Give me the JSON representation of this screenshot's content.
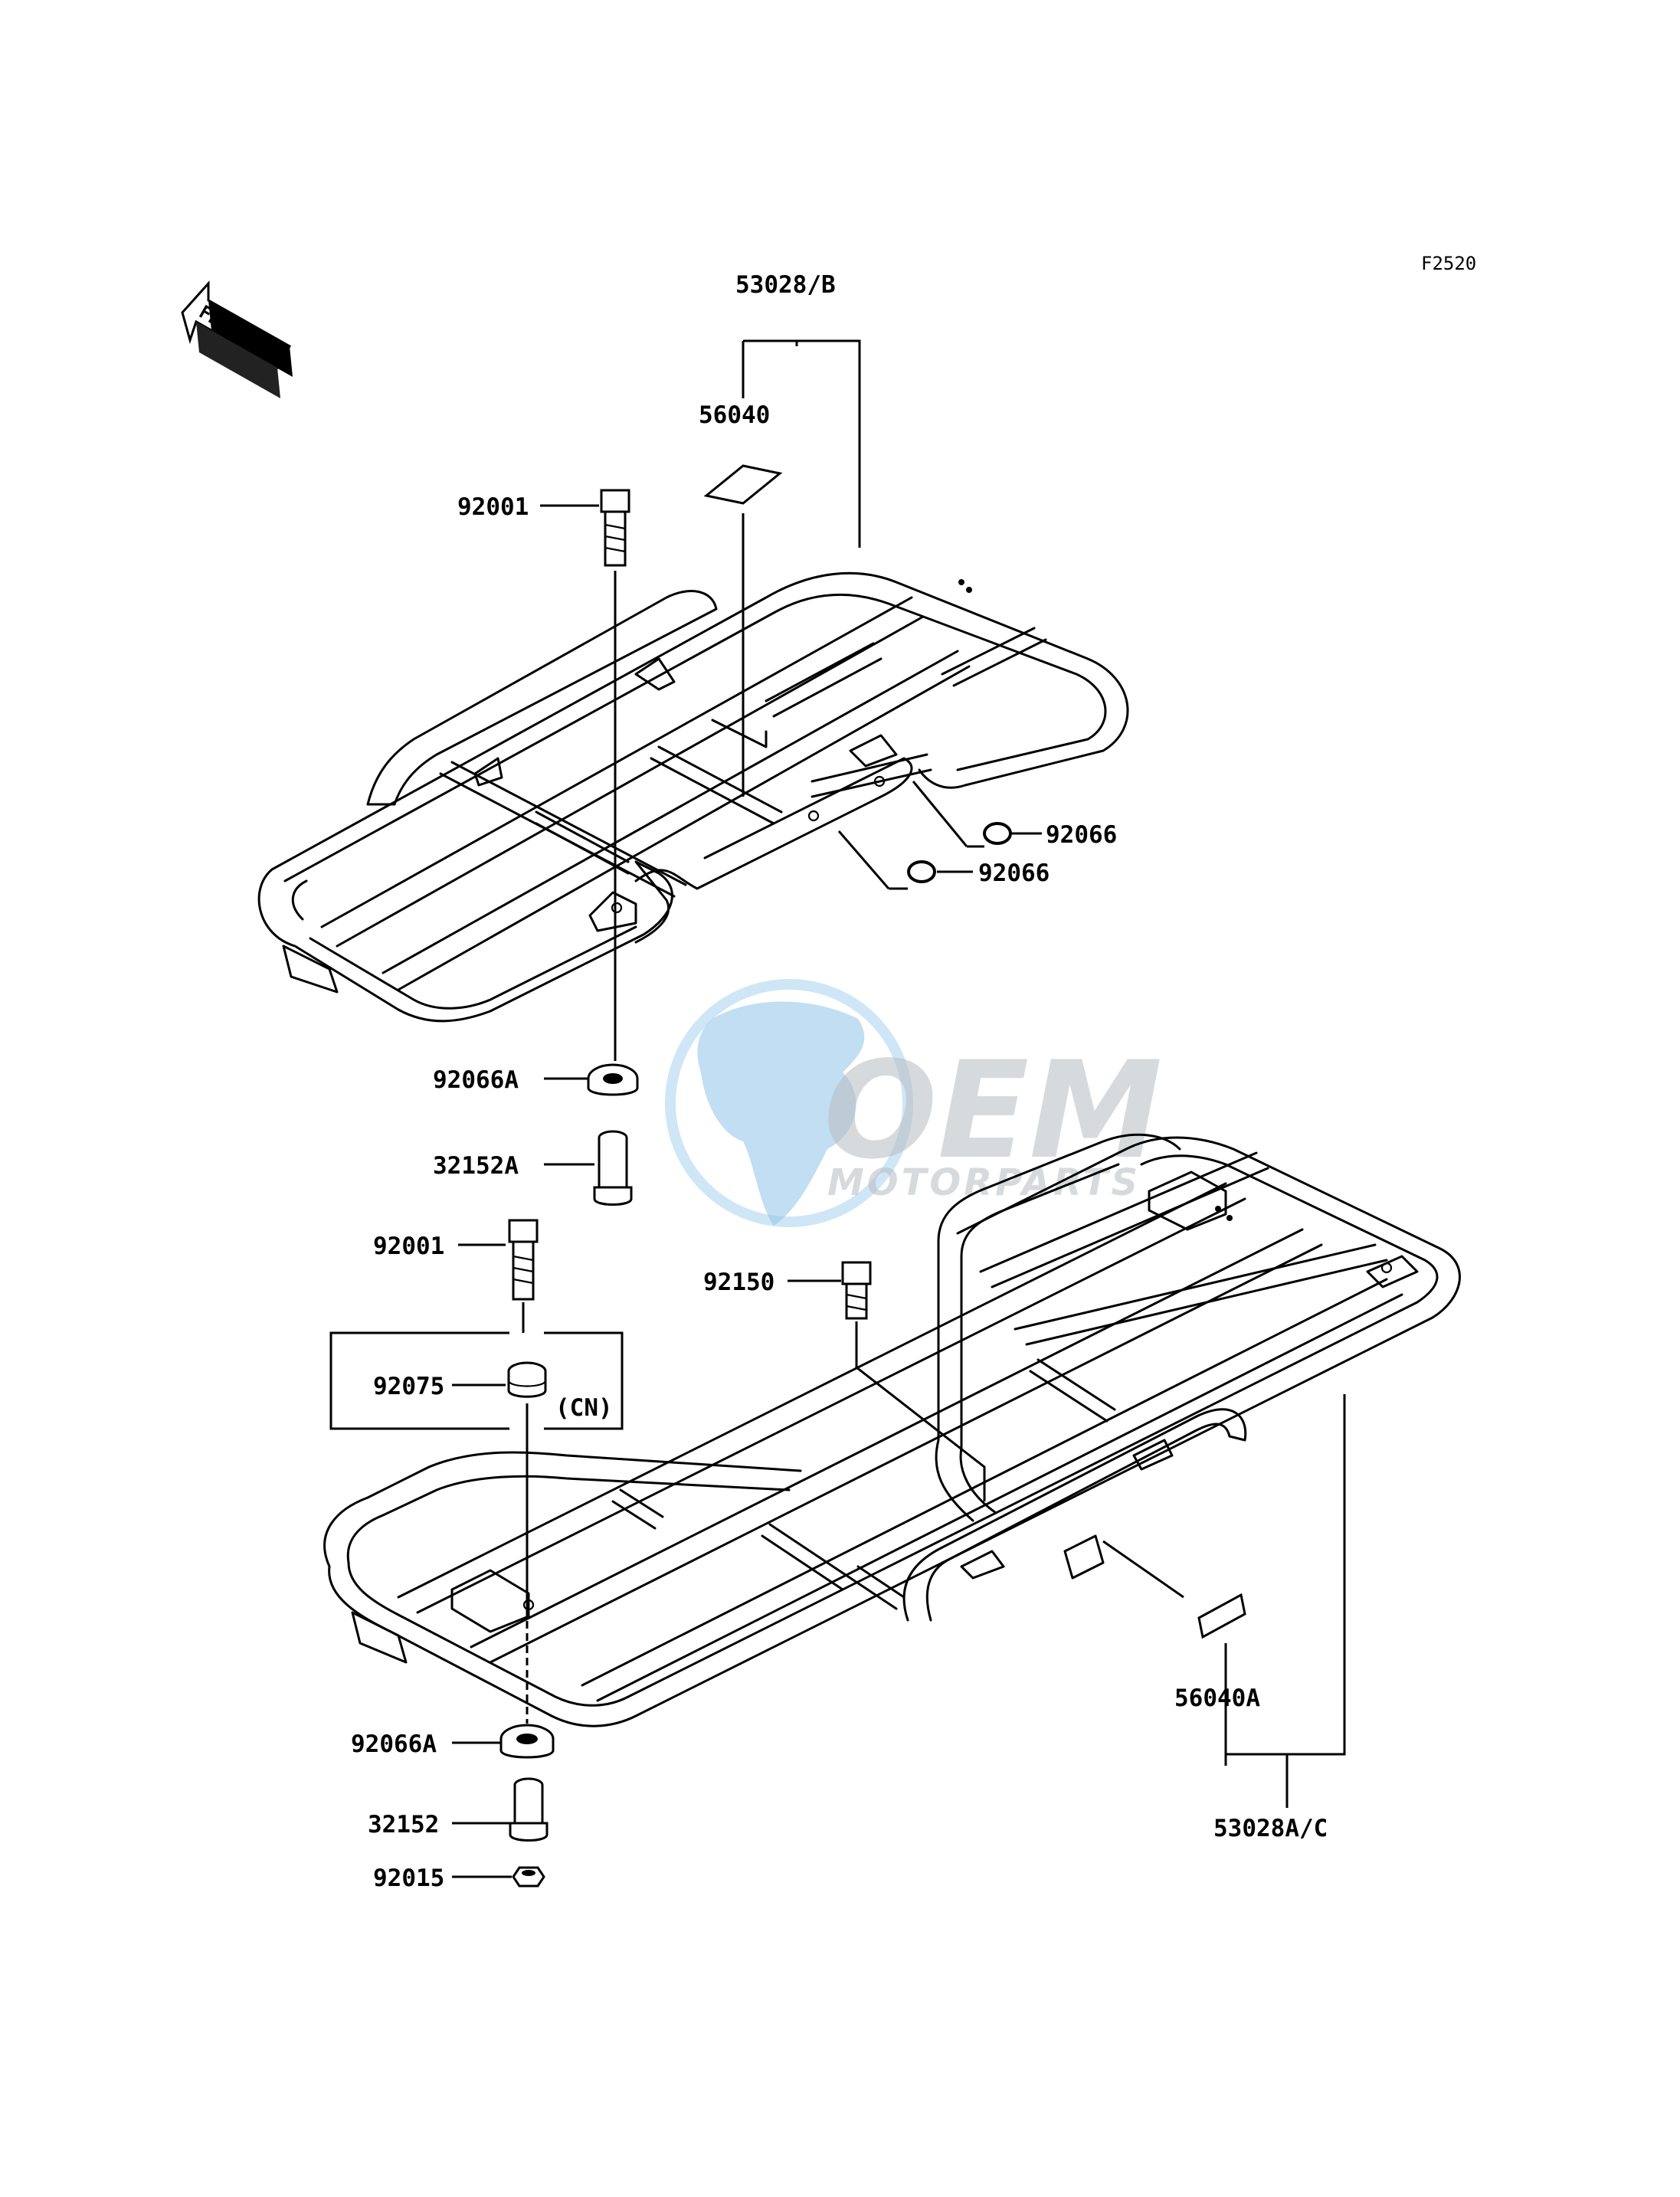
{
  "diagram_code": "F2520",
  "front_label": "FRONT",
  "watermark": {
    "brand": "OEM",
    "tagline": "MOTORPARTS",
    "globe_color": "#8fc3ea"
  },
  "callouts": {
    "top_rack": "53028/B",
    "top_decal": "56040",
    "top_bolt": "92001",
    "top_ring_1": "92066",
    "top_ring_2": "92066",
    "top_grommet": "92066A",
    "top_collar": "32152A",
    "bottom_bolt": "92001",
    "bottom_bushing": "92075",
    "bottom_bushing_note": "(CN)",
    "bottom_side_bolt": "92150",
    "bottom_grommet": "92066A",
    "bottom_collar": "32152",
    "bottom_nut": "92015",
    "bottom_decal": "56040A",
    "bottom_rack": "53028A/C"
  }
}
